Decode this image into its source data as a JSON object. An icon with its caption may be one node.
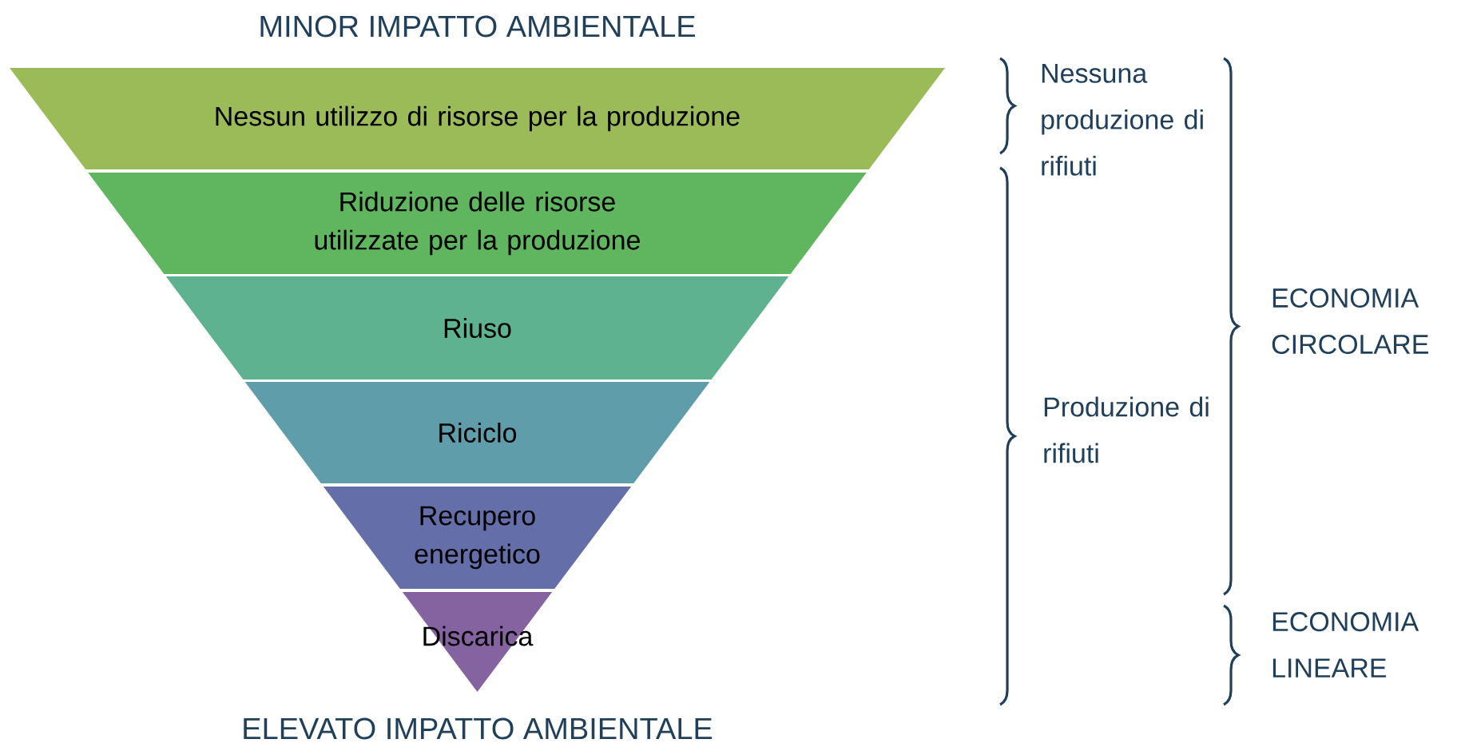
{
  "diagram": {
    "nodes": [
      {
        "text": [
          "Nessun utilizzo di risorse per la produzione"
        ]
      },
      {
        "text": [
          "Riduzione delle risorse utilizzate per la produzione"
        ]
      },
      {
        "text": [
          "Riuso"
        ]
      },
      {
        "text": [
          "Riciclo"
        ]
      },
      {
        "text": [
          "Recupero energetico"
        ]
      },
      {
        "text": [
          "Discarica"
        ]
      }
    ],
    "labels": [
      "MINOR IMPATTO AMBIENTALE",
      "Nessuna produzione di rifiuti",
      "ECONOMIA CIRCOLARE",
      "Produzione di rifiuti",
      "ECONOMIA LINEARE",
      "ELEVATO IMPATTO AMBIENTALE"
    ]
  }
}
